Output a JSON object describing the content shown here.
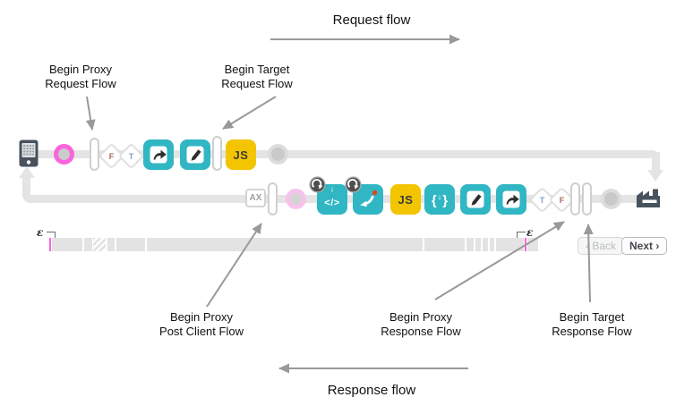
{
  "colors": {
    "teal": "#31B6C3",
    "yellow": "#F2C500",
    "magenta": "#F964DD",
    "pink-faded": "#F7C3EC",
    "track": "#E4E4E4",
    "dark": "#47525D",
    "arrow": "#999999",
    "label": "#111111"
  },
  "header": {
    "title": "Request flow"
  },
  "footer": {
    "title": "Response flow"
  },
  "annotations": {
    "proxy_request": {
      "line1": "Begin Proxy",
      "line2": "Request Flow"
    },
    "target_request": {
      "line1": "Begin Target",
      "line2": "Request Flow"
    },
    "post_client": {
      "line1": "Begin Proxy",
      "line2": "Post Client Flow"
    },
    "proxy_response": {
      "line1": "Begin Proxy",
      "line2": "Response Flow"
    },
    "target_response": {
      "line1": "Begin Target",
      "line2": "Response Flow"
    }
  },
  "request_flow_row": {
    "condition_false": "F",
    "condition_true": "T",
    "js_label": "JS"
  },
  "response_flow_row": {
    "ax_label": "AX",
    "arrow_down": "↓",
    "code_glyph": "</>",
    "js_label": "JS",
    "brace_left": "{",
    "brace_right": "}",
    "condition_true": "T",
    "condition_false": "F"
  },
  "timeline": {
    "epsilon_left": "ε",
    "epsilon_right": "ε"
  },
  "controls": {
    "back_label": "‹ Back",
    "next_label": "Next ›"
  }
}
